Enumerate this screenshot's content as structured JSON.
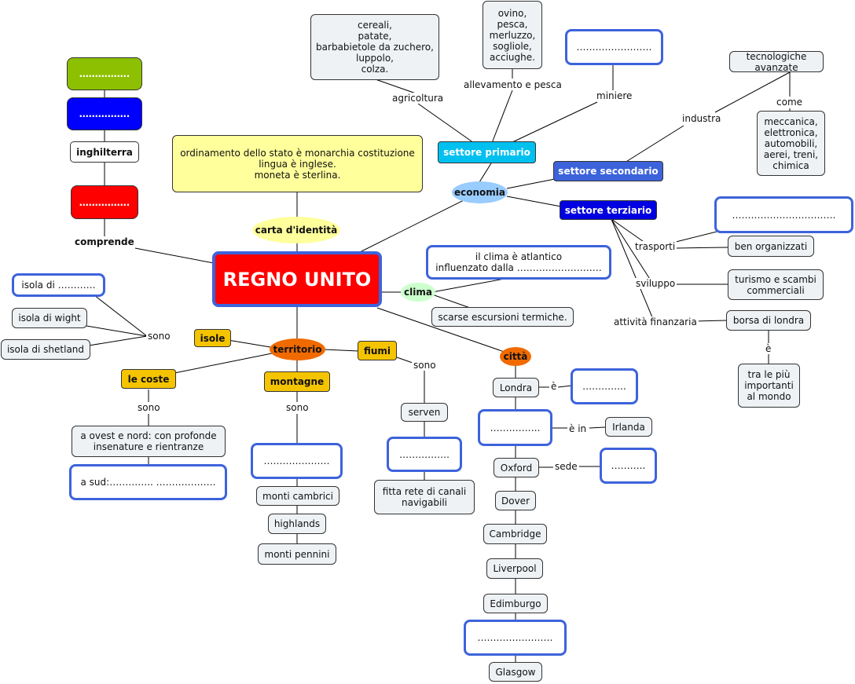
{
  "center": {
    "label": "REGNO UNITO"
  },
  "carta": {
    "label": "carta d'identità",
    "text": "ordinamento dello stato è monarchia costituzione\nlingua è inglese.\nmoneta è sterlina."
  },
  "flag": {
    "green": "…………….",
    "blue": "…………….",
    "inghilterra": "inghilterra",
    "red": "…………….",
    "comprende": "comprende"
  },
  "economia": {
    "label": "economia",
    "primario": "settore primario",
    "secondario": "settore secondario",
    "terziario": "settore terziario",
    "agricoltura": "agricoltura",
    "agricoltura_items": "cereali,\npatate,\nbarbabietole da zuchero,\nluppolo,\ncolza.",
    "allevamento": "allevamento e pesca",
    "allevamento_items": "ovino,\npesca,\nmerluzzo,\nsogliole,\nacciughe.",
    "miniere": "miniere",
    "miniere_blank": "……………………",
    "industra": "industra",
    "tecnologiche": "tecnologiche avanzate",
    "come": "come",
    "meccanica": "meccanica,\nelettronica,\nautomobili,\naerei, treni,\nchimica",
    "terziario_blank": "……………………………",
    "trasporti": "trasporti",
    "ben_organizzati": "ben organizzati",
    "sviluppo": "sviluppo",
    "turismo": "turismo e scambi\ncommerciali",
    "attivita": "attività finanzaria",
    "borsa": "borsa di londra",
    "e": "è",
    "importanti": "tra le più\nimportanti\nal mondo"
  },
  "clima": {
    "label": "clima",
    "atlantico": "il clima è atlantico\ninfluenzato dalla ………………………",
    "escursioni": "scarse escursioni termiche."
  },
  "territorio": {
    "label": "territorio",
    "isole": "isole",
    "sono_isole": "sono",
    "isola_di": "isola di …………",
    "wight": "isola di wight",
    "shetland": "isola di shetland",
    "coste": "le coste",
    "sono_coste": "sono",
    "ovest": "a ovest e nord: con profonde\ninsenature e rientranze",
    "sud": "a sud:………….. ……………….",
    "montagne": "montagne",
    "sono_montagne": "sono",
    "montagne_blank": "…………………",
    "cambrici": "monti cambrici",
    "highlands": "highlands",
    "pennini": "monti pennini",
    "fiumi": "fiumi",
    "sono_fiumi": "sono",
    "serven": "serven",
    "fiumi_blank": "…………….",
    "canali": "fitta rete di canali\nnavigabili"
  },
  "citta": {
    "label": "città",
    "londra": "Londra",
    "e_londra": "è",
    "londra_blank": "…………..",
    "blank2": "…………….",
    "e_in": "è in",
    "irlanda": "Irlanda",
    "oxford": "Oxford",
    "sede": "sede",
    "oxford_blank": "………..",
    "dover": "Dover",
    "cambridge": "Cambridge",
    "liverpool": "Liverpool",
    "edimburgo": "Edimburgo",
    "blank3": "……………………",
    "glasgow": "Glasgow"
  },
  "colors": {
    "center": "#ff0000",
    "accent_blue": "#3d63db",
    "yellow_tag": "#f5c400",
    "orange": "#f06a00",
    "cyan": "#00c0f0",
    "green": "#8cc000"
  }
}
